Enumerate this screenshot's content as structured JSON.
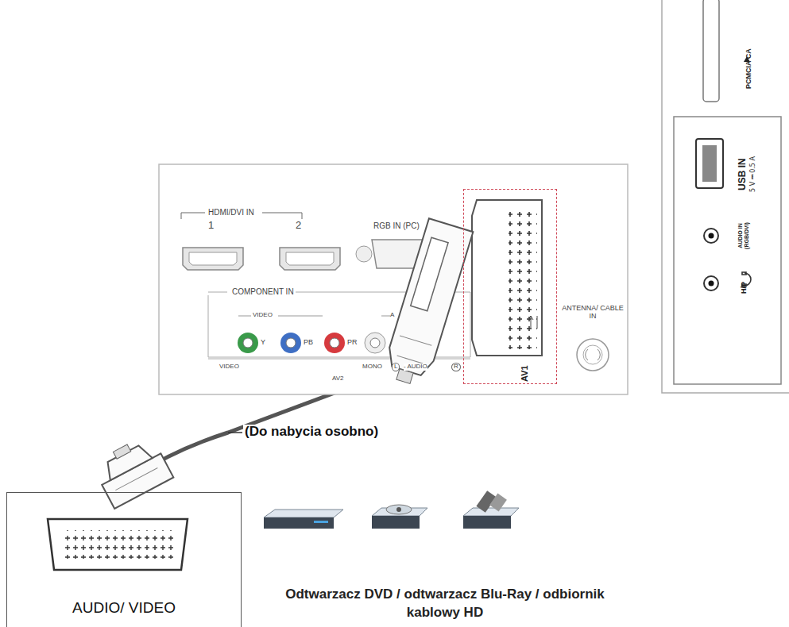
{
  "diagram": {
    "nodes": [
      {
        "text": [
          "AUDIO/ VIDEO"
        ]
      },
      {
        "text": [
          "AV1"
        ]
      },
      {
        "text": [
          "PCMCIA CA",
          "USB IN",
          "5 V ⎓ 0.5 A",
          "AUDIO IN (RGB/DVI)",
          "H/P"
        ]
      }
    ],
    "edges": [
      {
        "from": 0,
        "to": 1,
        "arrow": "none",
        "label": "(Do nabycia osobno)"
      }
    ],
    "labels": [
      "HDMI/DVI IN",
      "1",
      "2",
      "RGB IN (PC)",
      "COMPONENT IN",
      "VIDEO",
      "Y",
      "PB",
      "PR",
      "A",
      "VIDEO",
      "AV2",
      "MONO",
      "L",
      "- AUDIO",
      "R",
      "ANTENNA/ CABLE IN",
      "Odtwarzacz DVD / odtwarzacz Blu-Ray / odbiornik kablowy HD"
    ]
  }
}
